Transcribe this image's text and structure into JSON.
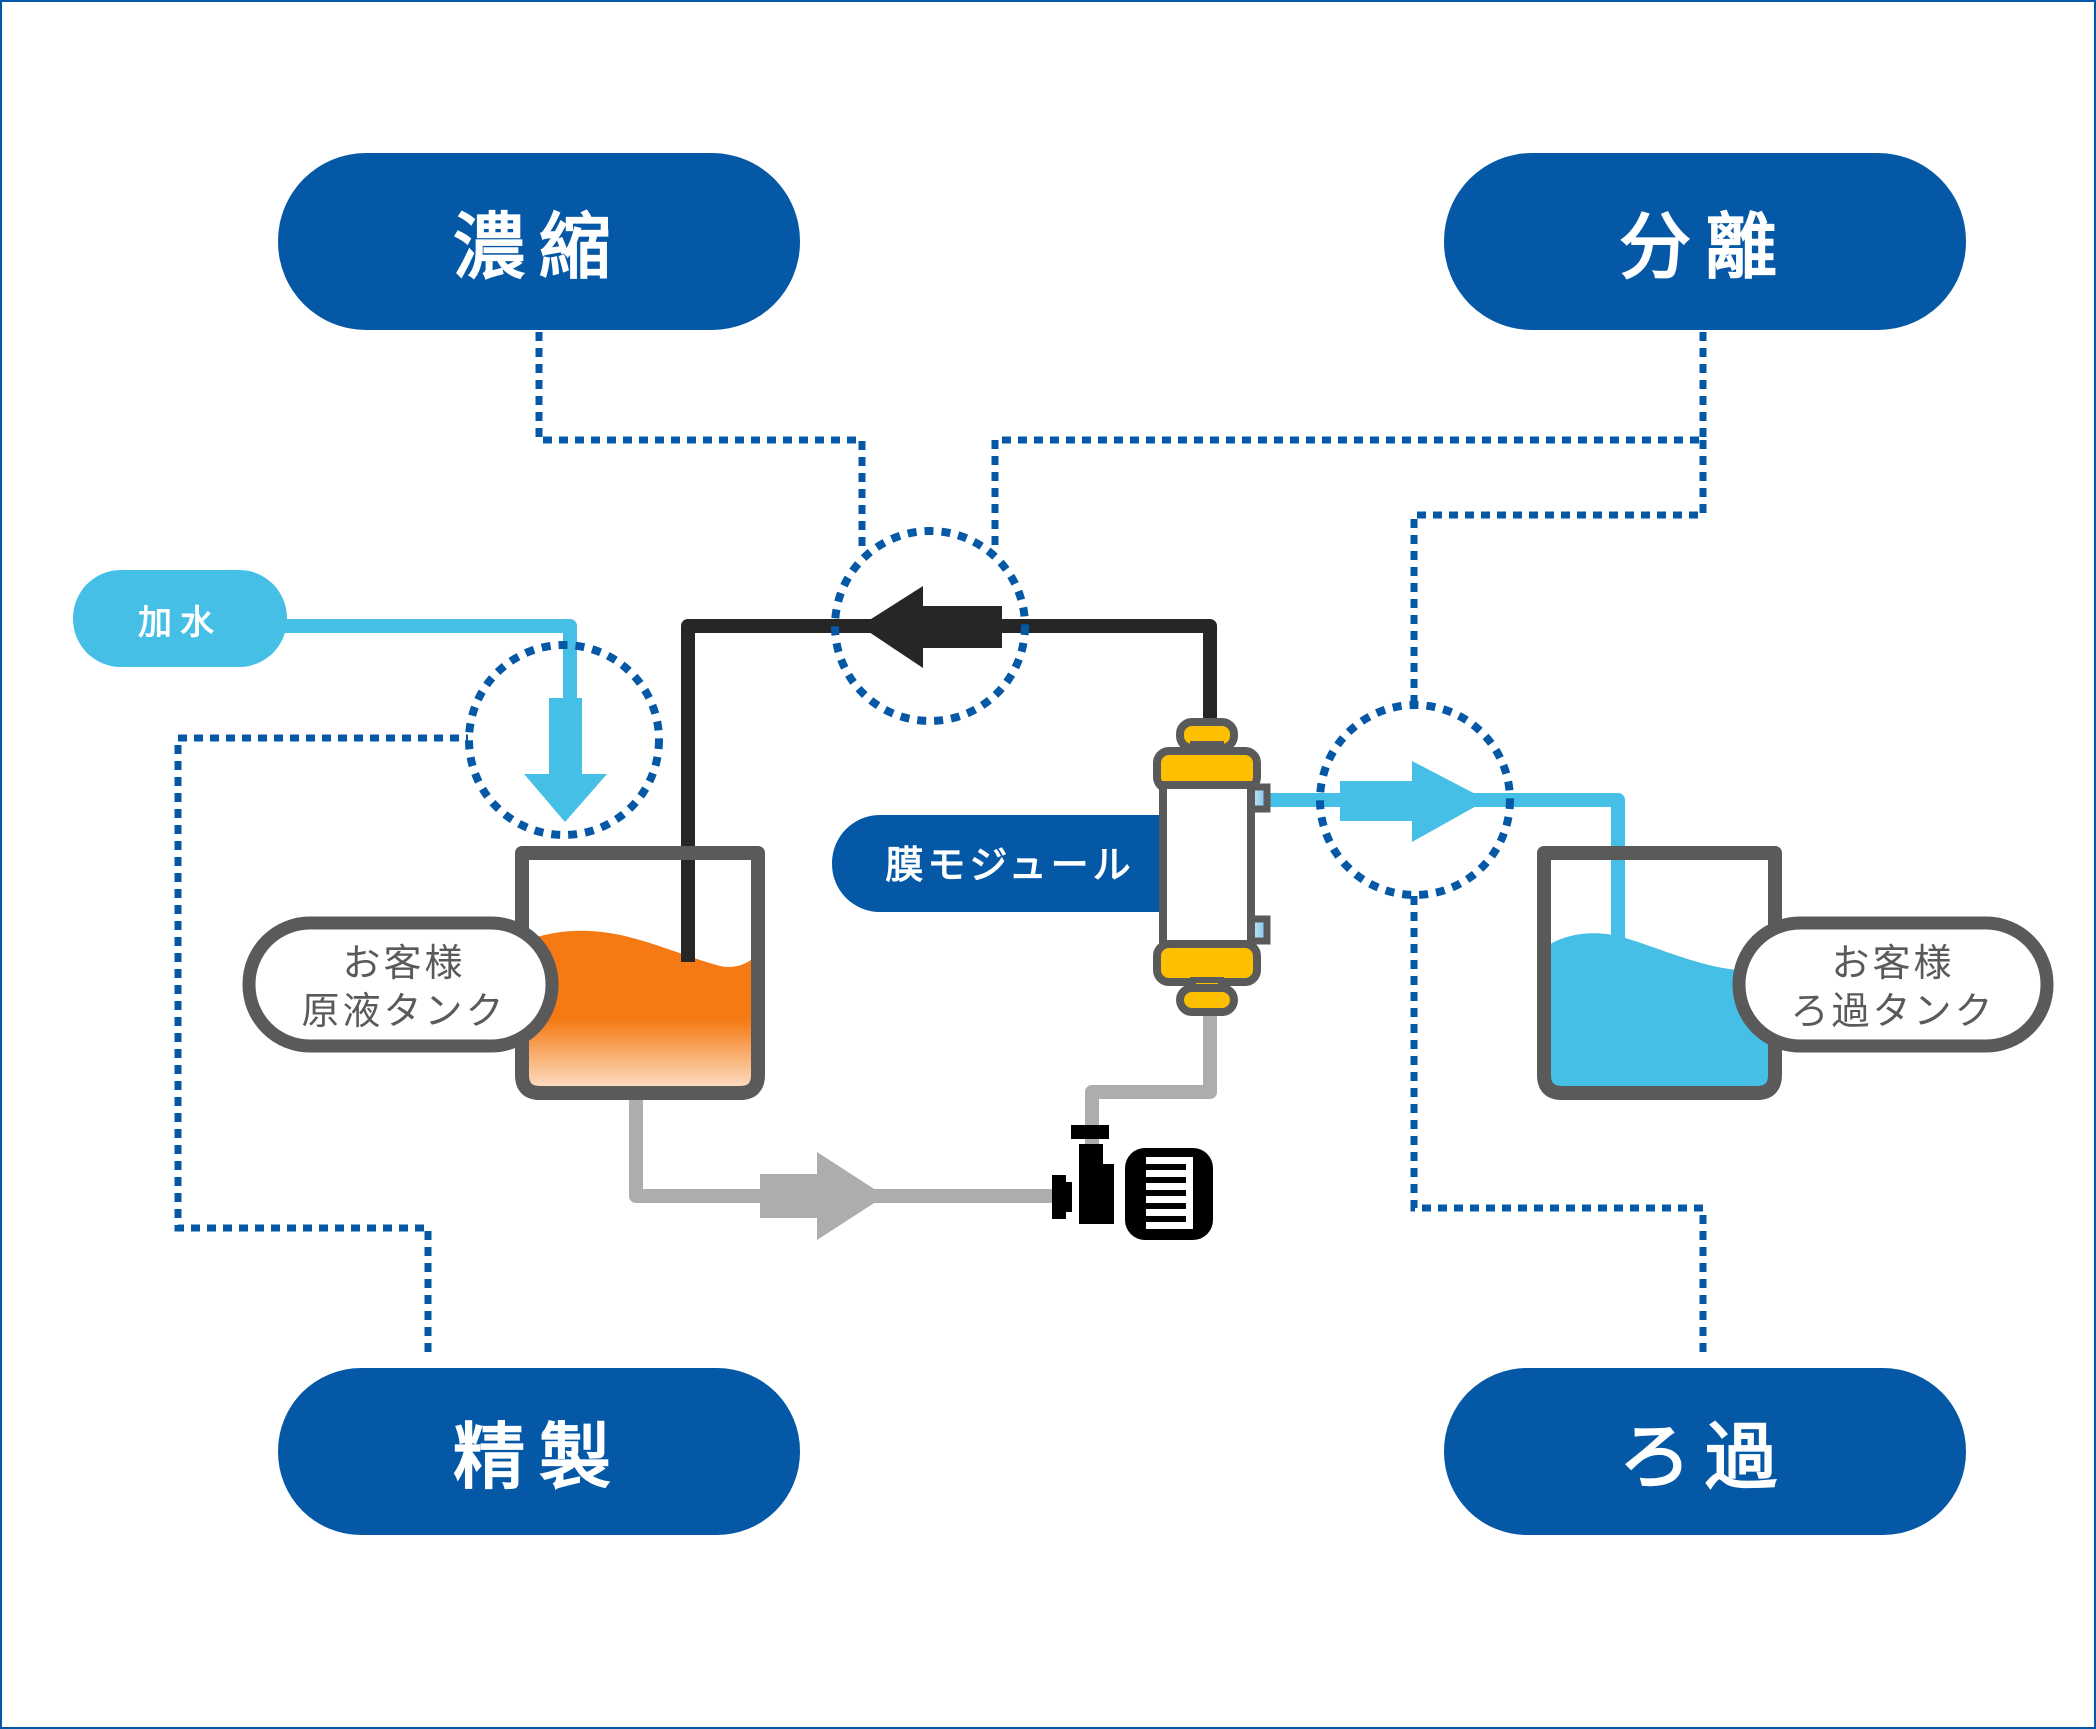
{
  "colors": {
    "brand_blue": "#0458a5",
    "light_blue": "#45bfe6",
    "dark_pipe": "#262626",
    "gray_pipe": "#adadad",
    "tank_border": "#5a5a5a",
    "orange": "#f57a14",
    "orange_light": "#fde0c8",
    "yellow": "#fcc000",
    "pump_black": "#000000"
  },
  "process_labels": {
    "concentration": "濃縮",
    "separation": "分離",
    "purification": "精製",
    "filtration": "ろ過"
  },
  "water_add": {
    "label": "加水"
  },
  "membrane_module": {
    "label": "膜モジュール"
  },
  "raw_tank": {
    "line1": "お客様",
    "line2": "原液タンク"
  },
  "filtrate_tank": {
    "line1": "お客様",
    "line2": "ろ過タンク"
  }
}
